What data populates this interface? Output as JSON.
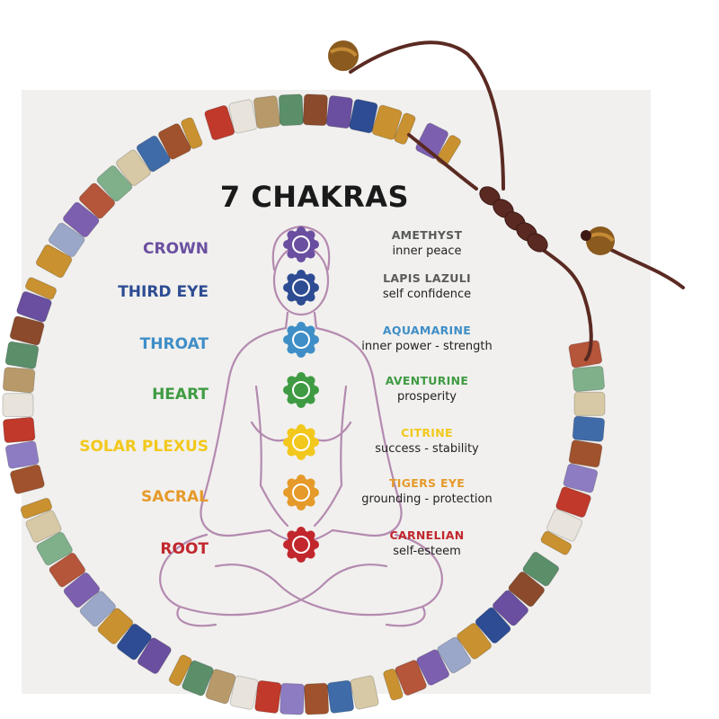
{
  "title": "7 CHAKRAS",
  "chakras": [
    {
      "name": "CROWN",
      "color": "#6a4fa0",
      "stone": "AMETHYST",
      "meaning": "inner peace"
    },
    {
      "name": "THIRD EYE",
      "color": "#2d4c93",
      "stone": "LAPIS LAZULI",
      "meaning": "self confidence"
    },
    {
      "name": "THROAT",
      "color": "#3f8ec7",
      "stone": "AQUAMARINE",
      "meaning": "inner power - strength"
    },
    {
      "name": "HEART",
      "color": "#3f9b43",
      "stone": "AVENTURINE",
      "meaning": "prosperity"
    },
    {
      "name": "SOLAR PLEXUS",
      "color": "#f2c81c",
      "stone": "CITRINE",
      "meaning": "success - stability"
    },
    {
      "name": "SACRAL",
      "color": "#e59a2a",
      "stone": "TIGERS EYE",
      "meaning": "grounding - protection"
    },
    {
      "name": "ROOT",
      "color": "#c1272d",
      "stone": "CARNELIAN",
      "meaning": "self-esteem"
    }
  ],
  "colors": {
    "stone_label": "#5a5a5a",
    "cord": "#5a2a22",
    "gold": "#c9912f",
    "figure_outline": "#b48ab0"
  },
  "icons": {
    "figure": "meditating-figure-outline",
    "bracelet": "beaded-bracelet",
    "cord": "adjustable-knot-cord"
  }
}
